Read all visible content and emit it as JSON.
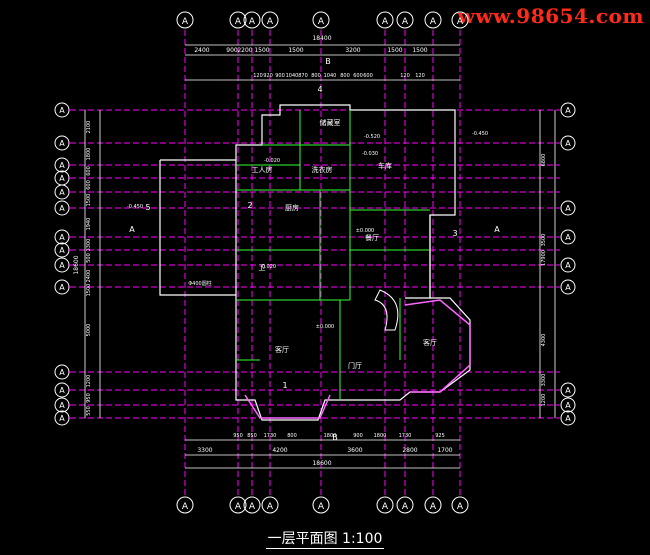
{
  "watermark": "www.98654.com",
  "caption": "一层平面图 1:100",
  "axis_label": "A",
  "dimensions": {
    "top_row": [
      "2400",
      "900",
      "2200",
      "1500",
      "1500",
      "3200",
      "1500",
      "1500"
    ],
    "top_total": "18400",
    "top_second": [
      "120",
      "920",
      "900",
      "1040",
      "870",
      "800",
      "1040",
      "800",
      "600",
      "600",
      "120",
      "120"
    ],
    "bottom_row": [
      "3300",
      "4200",
      "3600",
      "2800",
      "1700"
    ],
    "bottom_total": "18600",
    "bottom_second": [
      "950",
      "850",
      "1730",
      "800",
      "1800",
      "900",
      "1800",
      "1730",
      "925"
    ],
    "left_col": [
      "2100",
      "1800",
      "600",
      "600",
      "1500",
      "1940",
      "3300",
      "500",
      "2400",
      "1500",
      "5000",
      "1200",
      "950",
      "550"
    ],
    "left_total": "18600",
    "right_col": [
      "6800",
      "3500",
      "17900",
      "4300",
      "3300",
      "1200"
    ]
  },
  "room_labels": [
    "客厅",
    "工人房",
    "洗衣房",
    "储藏室",
    "车库",
    "厨房",
    "卫",
    "餐厅",
    "客厅",
    "门厅"
  ],
  "room_numbers": [
    "1",
    "2",
    "3",
    "4",
    "5"
  ],
  "elevations": [
    "-0.450",
    "±0.000",
    "-0.020",
    "-0.030",
    "-0.520",
    "-0.450",
    "-0.020",
    "±0.000"
  ],
  "section_marks": [
    "B",
    "B",
    "A",
    "A"
  ],
  "notes": [
    "Φ400圆柱"
  ]
}
